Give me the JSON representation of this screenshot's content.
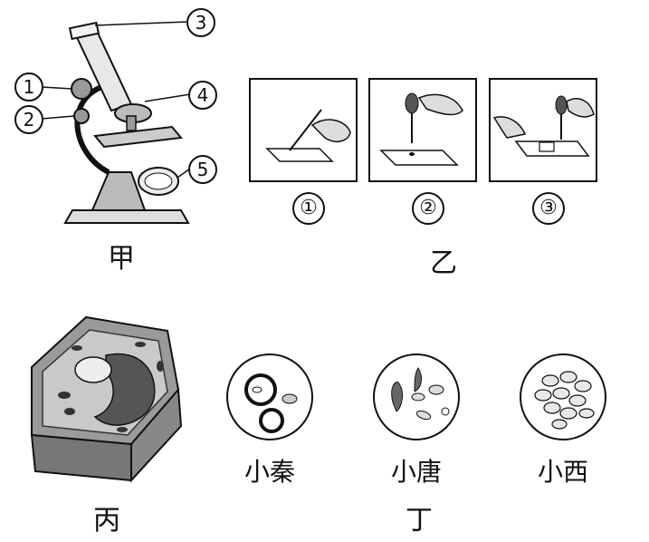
{
  "panels": {
    "jia": {
      "caption": "甲",
      "callouts": [
        "3",
        "1",
        "4",
        "2",
        "5"
      ]
    },
    "yi": {
      "caption": "乙",
      "steps": [
        "①",
        "②",
        "③"
      ]
    },
    "bing": {
      "caption": "丙"
    },
    "ding": {
      "caption": "丁",
      "students": [
        "小秦",
        "小唐",
        "小西"
      ]
    }
  }
}
